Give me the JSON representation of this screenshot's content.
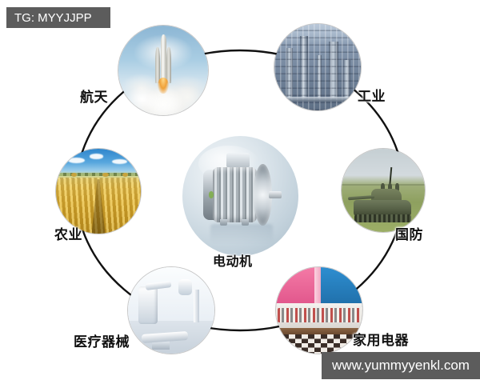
{
  "diagram": {
    "title": "电动机",
    "center": {
      "label": "电动机",
      "icon": "electric-motor-icon"
    },
    "nodes": [
      {
        "id": "aerospace",
        "label": "航天",
        "icon": "rocket-launch-icon",
        "angle_deg": 300
      },
      {
        "id": "industry",
        "label": "工业",
        "icon": "industrial-plant-icon",
        "angle_deg": 240
      },
      {
        "id": "defense",
        "label": "国防",
        "icon": "military-tank-icon",
        "angle_deg": 0
      },
      {
        "id": "appliances",
        "label": "家用电器",
        "icon": "laundromat-icon",
        "angle_deg": 60
      },
      {
        "id": "medical",
        "label": "医疗器械",
        "icon": "medical-imaging-icon",
        "angle_deg": 120
      },
      {
        "id": "agriculture",
        "label": "农业",
        "icon": "wheat-field-icon",
        "angle_deg": 180
      }
    ],
    "ring": {
      "stroke_color": "#111111",
      "stroke_width": 2.4
    },
    "background_color": "#ffffff",
    "label_color": "#111111"
  },
  "watermarks": {
    "top_left": "TG: MYYJJPP",
    "bottom_right": "www.yummyyenkl.com",
    "background_color": "#5c5c5c",
    "text_color": "#ffffff"
  }
}
